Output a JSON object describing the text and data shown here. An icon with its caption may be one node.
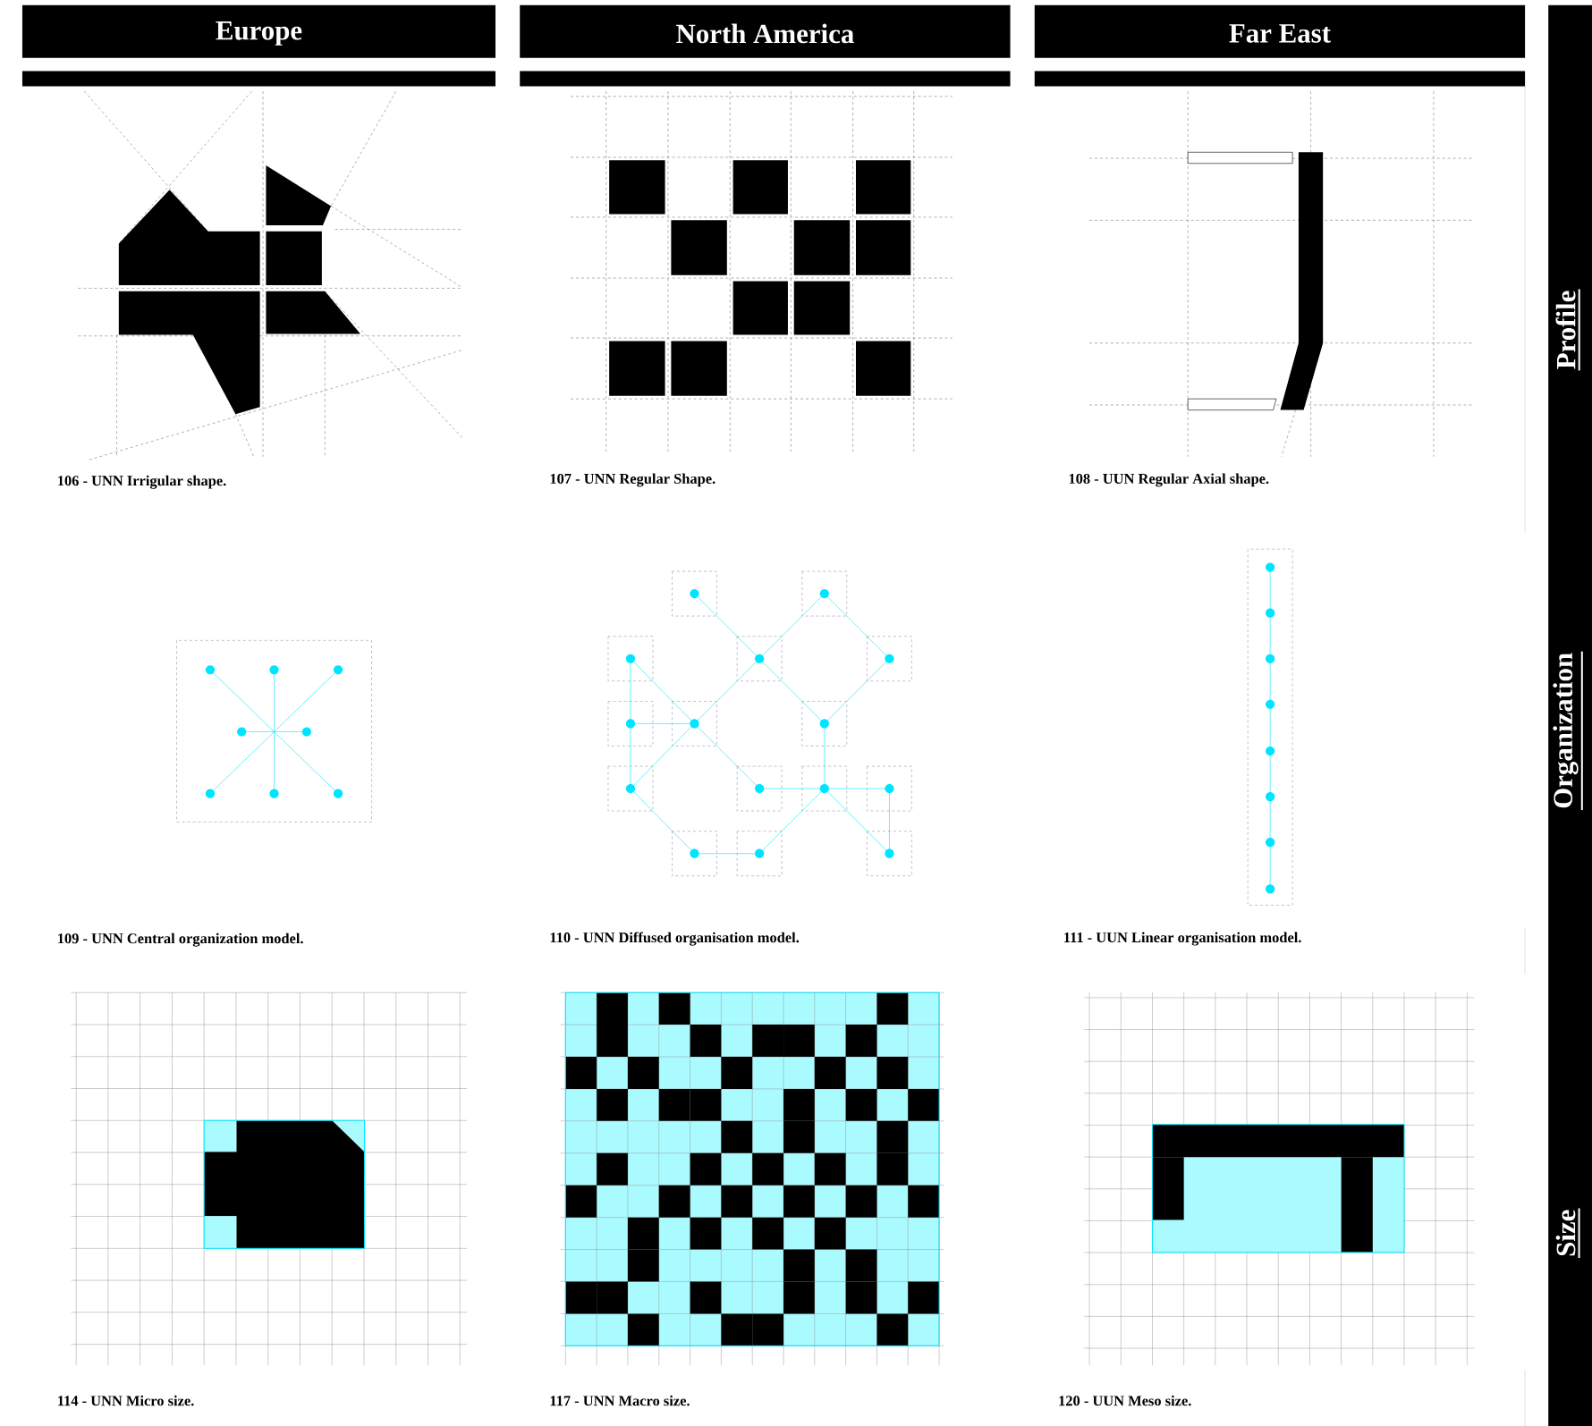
{
  "diagram": {
    "labels": [
      "Europe",
      "North America",
      "Far East",
      "Profile",
      "Organization",
      "Size",
      "106 - UNN Irrigular shape.",
      "107 - UNN Regular Shape.",
      "108 - UUN Regular Axial shape.",
      "109 - UNN Central organization model.",
      "110 - UNN Diffused organisation model.",
      "111 - UUN Linear organisation model.",
      "114 - UNN Micro size.",
      "117 - UNN Macro size.",
      "120 - UUN Meso size."
    ]
  }
}
